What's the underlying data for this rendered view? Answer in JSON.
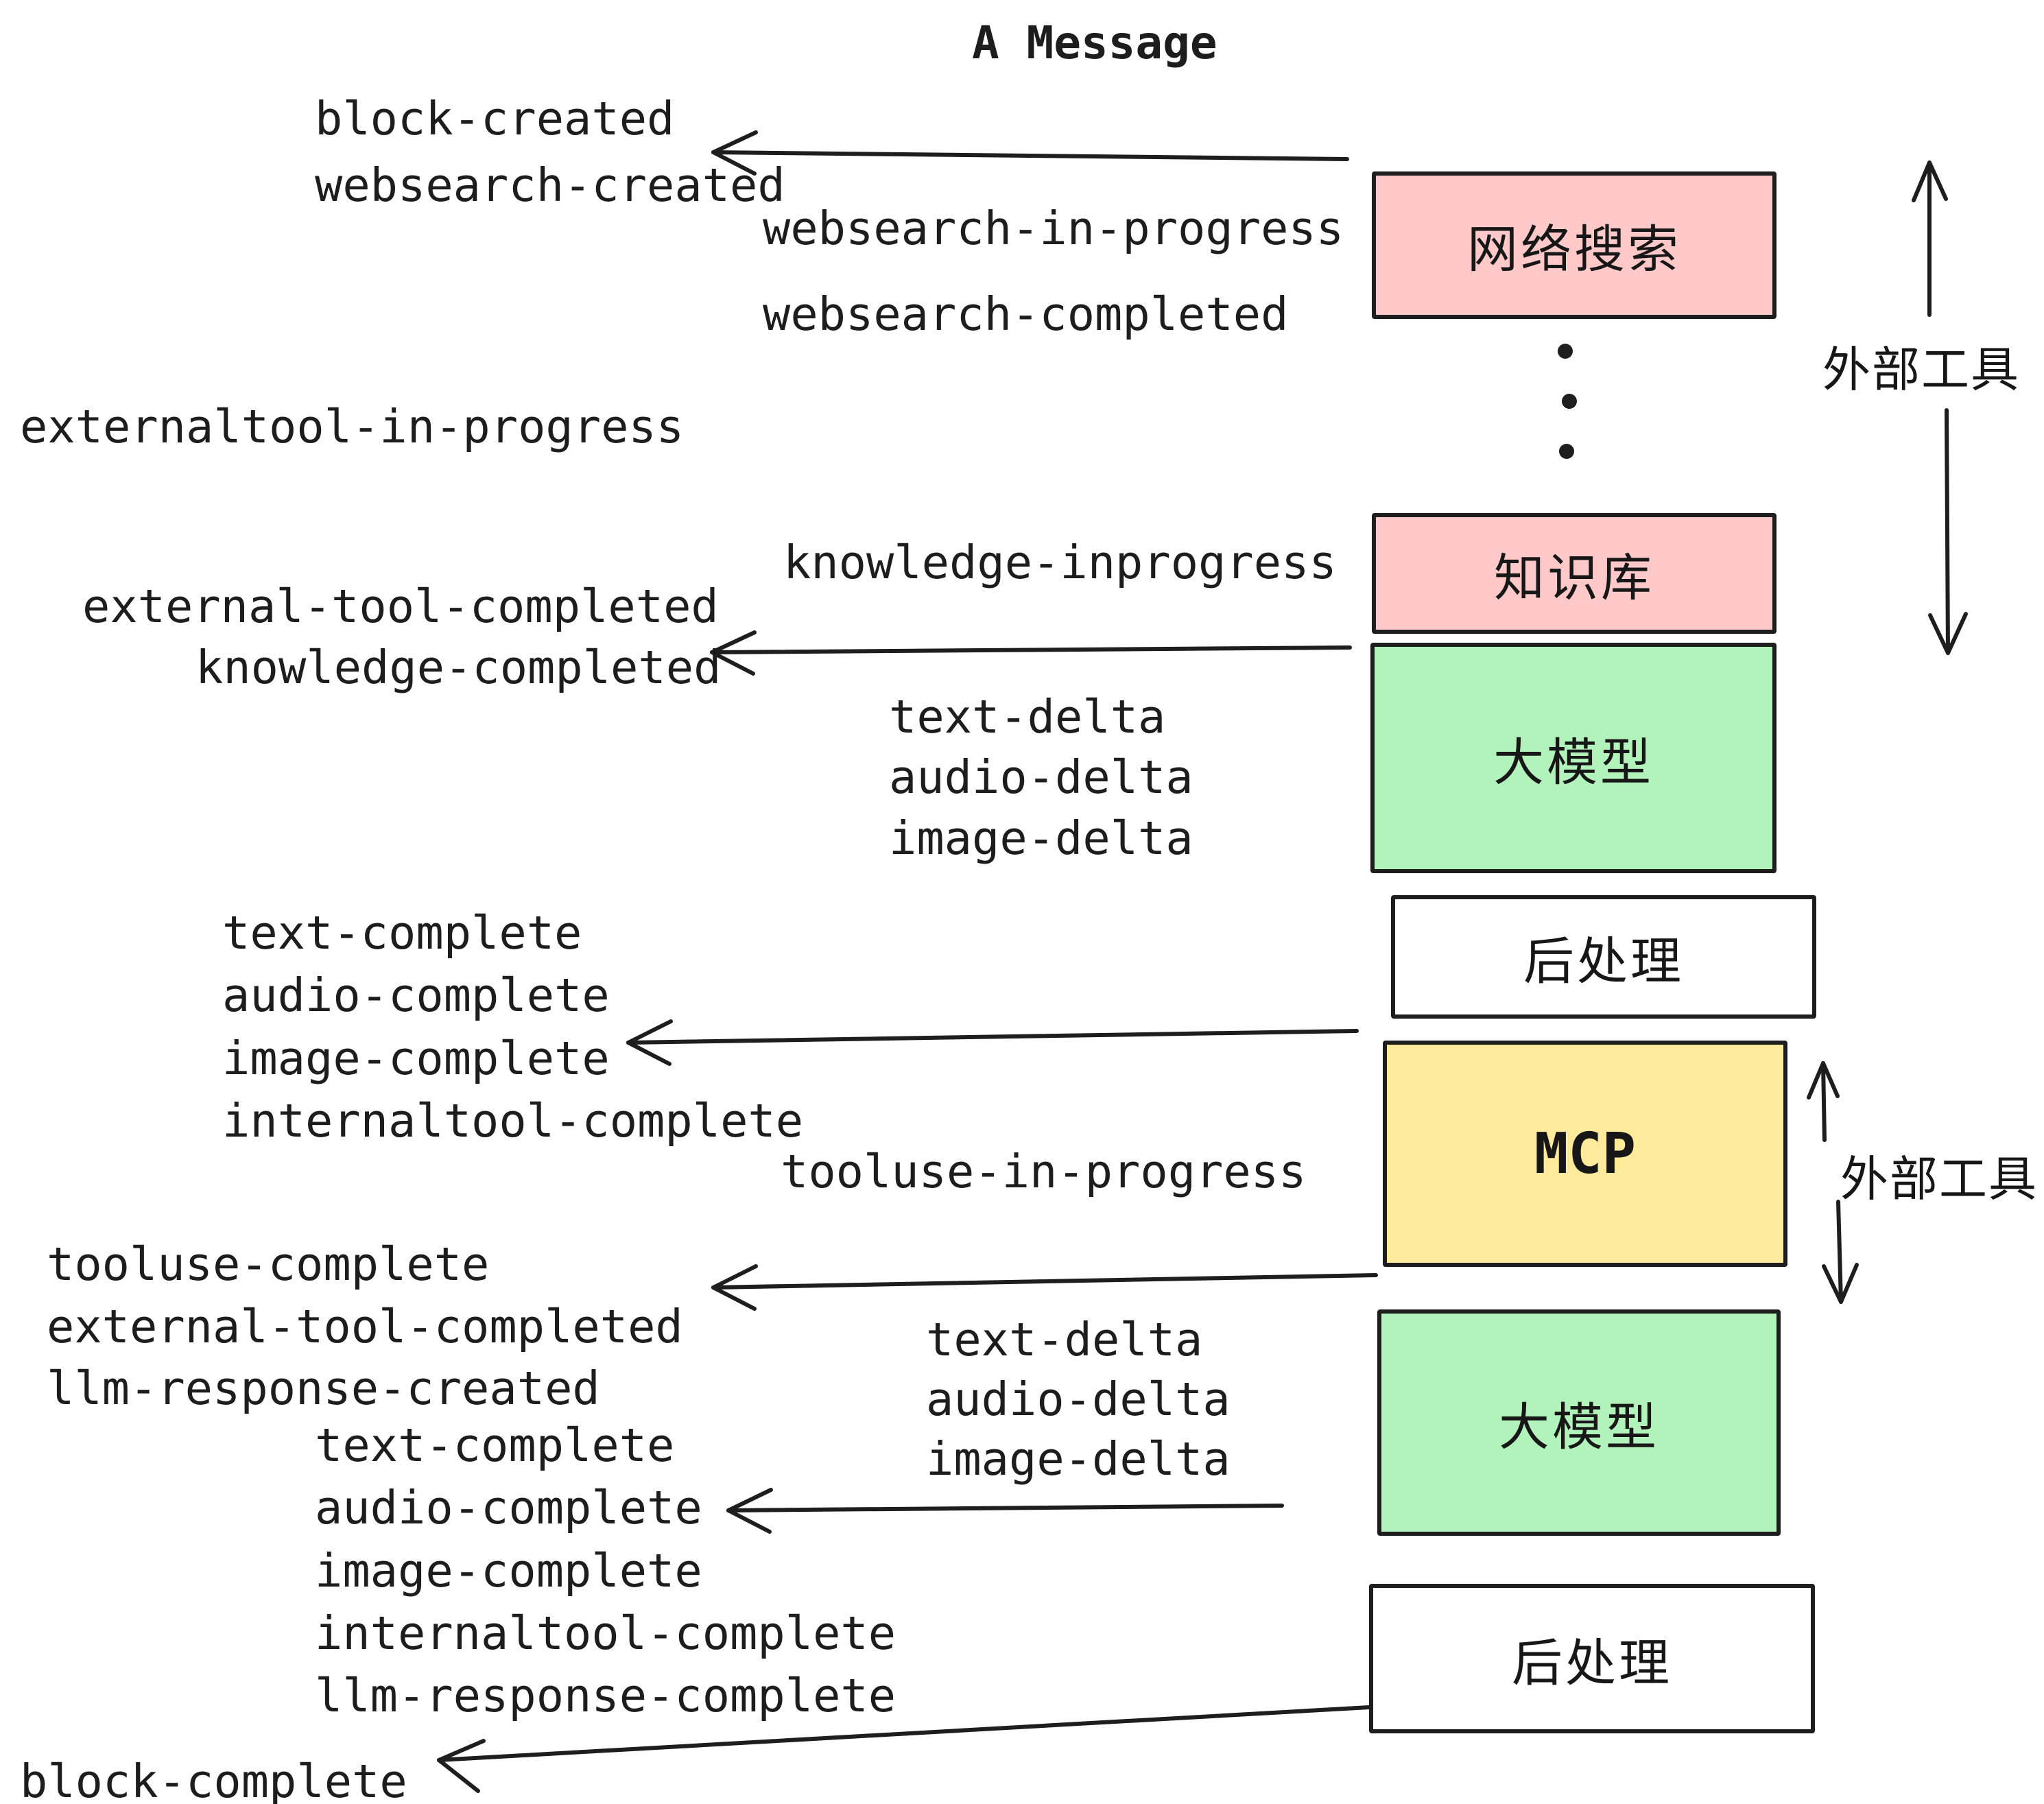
{
  "title": "A Message",
  "labels": [
    {
      "id": "block-created",
      "text": "block-created"
    },
    {
      "id": "websearch-created",
      "text": "websearch-created"
    },
    {
      "id": "websearch-in-progress",
      "text": "websearch-in-progress"
    },
    {
      "id": "websearch-completed",
      "text": "websearch-completed"
    },
    {
      "id": "externaltool-in-progress",
      "text": "externaltool-in-progress"
    },
    {
      "id": "knowledge-inprogress",
      "text": "knowledge-inprogress"
    },
    {
      "id": "external-tool-completed-1",
      "text": "external-tool-completed"
    },
    {
      "id": "knowledge-completed",
      "text": "knowledge-completed"
    },
    {
      "id": "text-delta-1",
      "text": "text-delta"
    },
    {
      "id": "audio-delta-1",
      "text": "audio-delta"
    },
    {
      "id": "image-delta-1",
      "text": "image-delta"
    },
    {
      "id": "text-complete-1",
      "text": "text-complete"
    },
    {
      "id": "audio-complete-1",
      "text": "audio-complete"
    },
    {
      "id": "image-complete-1",
      "text": "image-complete"
    },
    {
      "id": "internaltool-complete-1",
      "text": "internaltool-complete"
    },
    {
      "id": "tooluse-in-progress",
      "text": "tooluse-in-progress"
    },
    {
      "id": "tooluse-complete",
      "text": "tooluse-complete"
    },
    {
      "id": "external-tool-completed-2",
      "text": "external-tool-completed"
    },
    {
      "id": "llm-response-created",
      "text": "llm-response-created"
    },
    {
      "id": "text-delta-2",
      "text": "text-delta"
    },
    {
      "id": "audio-delta-2",
      "text": "audio-delta"
    },
    {
      "id": "image-delta-2",
      "text": "image-delta"
    },
    {
      "id": "text-complete-2",
      "text": "text-complete"
    },
    {
      "id": "audio-complete-2",
      "text": "audio-complete"
    },
    {
      "id": "image-complete-2",
      "text": "image-complete"
    },
    {
      "id": "internaltool-complete-2",
      "text": "internaltool-complete"
    },
    {
      "id": "llm-response-complete",
      "text": "llm-response-complete"
    },
    {
      "id": "block-complete",
      "text": "block-complete"
    }
  ],
  "boxes": [
    {
      "id": "websearch",
      "label": "网络搜索",
      "fill": "#ffc9c9"
    },
    {
      "id": "knowledge",
      "label": "知识库",
      "fill": "#ffc9c9"
    },
    {
      "id": "llm-1",
      "label": "大模型",
      "fill": "#b2f2bb"
    },
    {
      "id": "postprocess-1",
      "label": "后处理",
      "fill": "#ffffff"
    },
    {
      "id": "mcp",
      "label": "MCP",
      "fill": "#fdea9b"
    },
    {
      "id": "llm-2",
      "label": "大模型",
      "fill": "#b2f2bb"
    },
    {
      "id": "postprocess-2",
      "label": "后处理",
      "fill": "#ffffff"
    }
  ],
  "side_labels": [
    {
      "id": "external-tools-top",
      "text": "外部工具"
    },
    {
      "id": "external-tools-bottom",
      "text": "外部工具"
    }
  ],
  "colors": {
    "ink": "#1e1e1e",
    "pink": "#ffc9c9",
    "green": "#b2f2bb",
    "yellow": "#fdea9b",
    "white": "#ffffff"
  }
}
